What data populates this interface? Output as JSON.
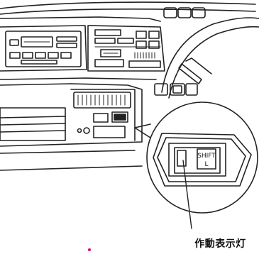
{
  "button": {
    "line1": "SHIFT",
    "line2": "L"
  },
  "callout": {
    "label": "作動表示灯"
  },
  "colors": {
    "line": "#222222",
    "accent_dot": "#e0007a"
  }
}
